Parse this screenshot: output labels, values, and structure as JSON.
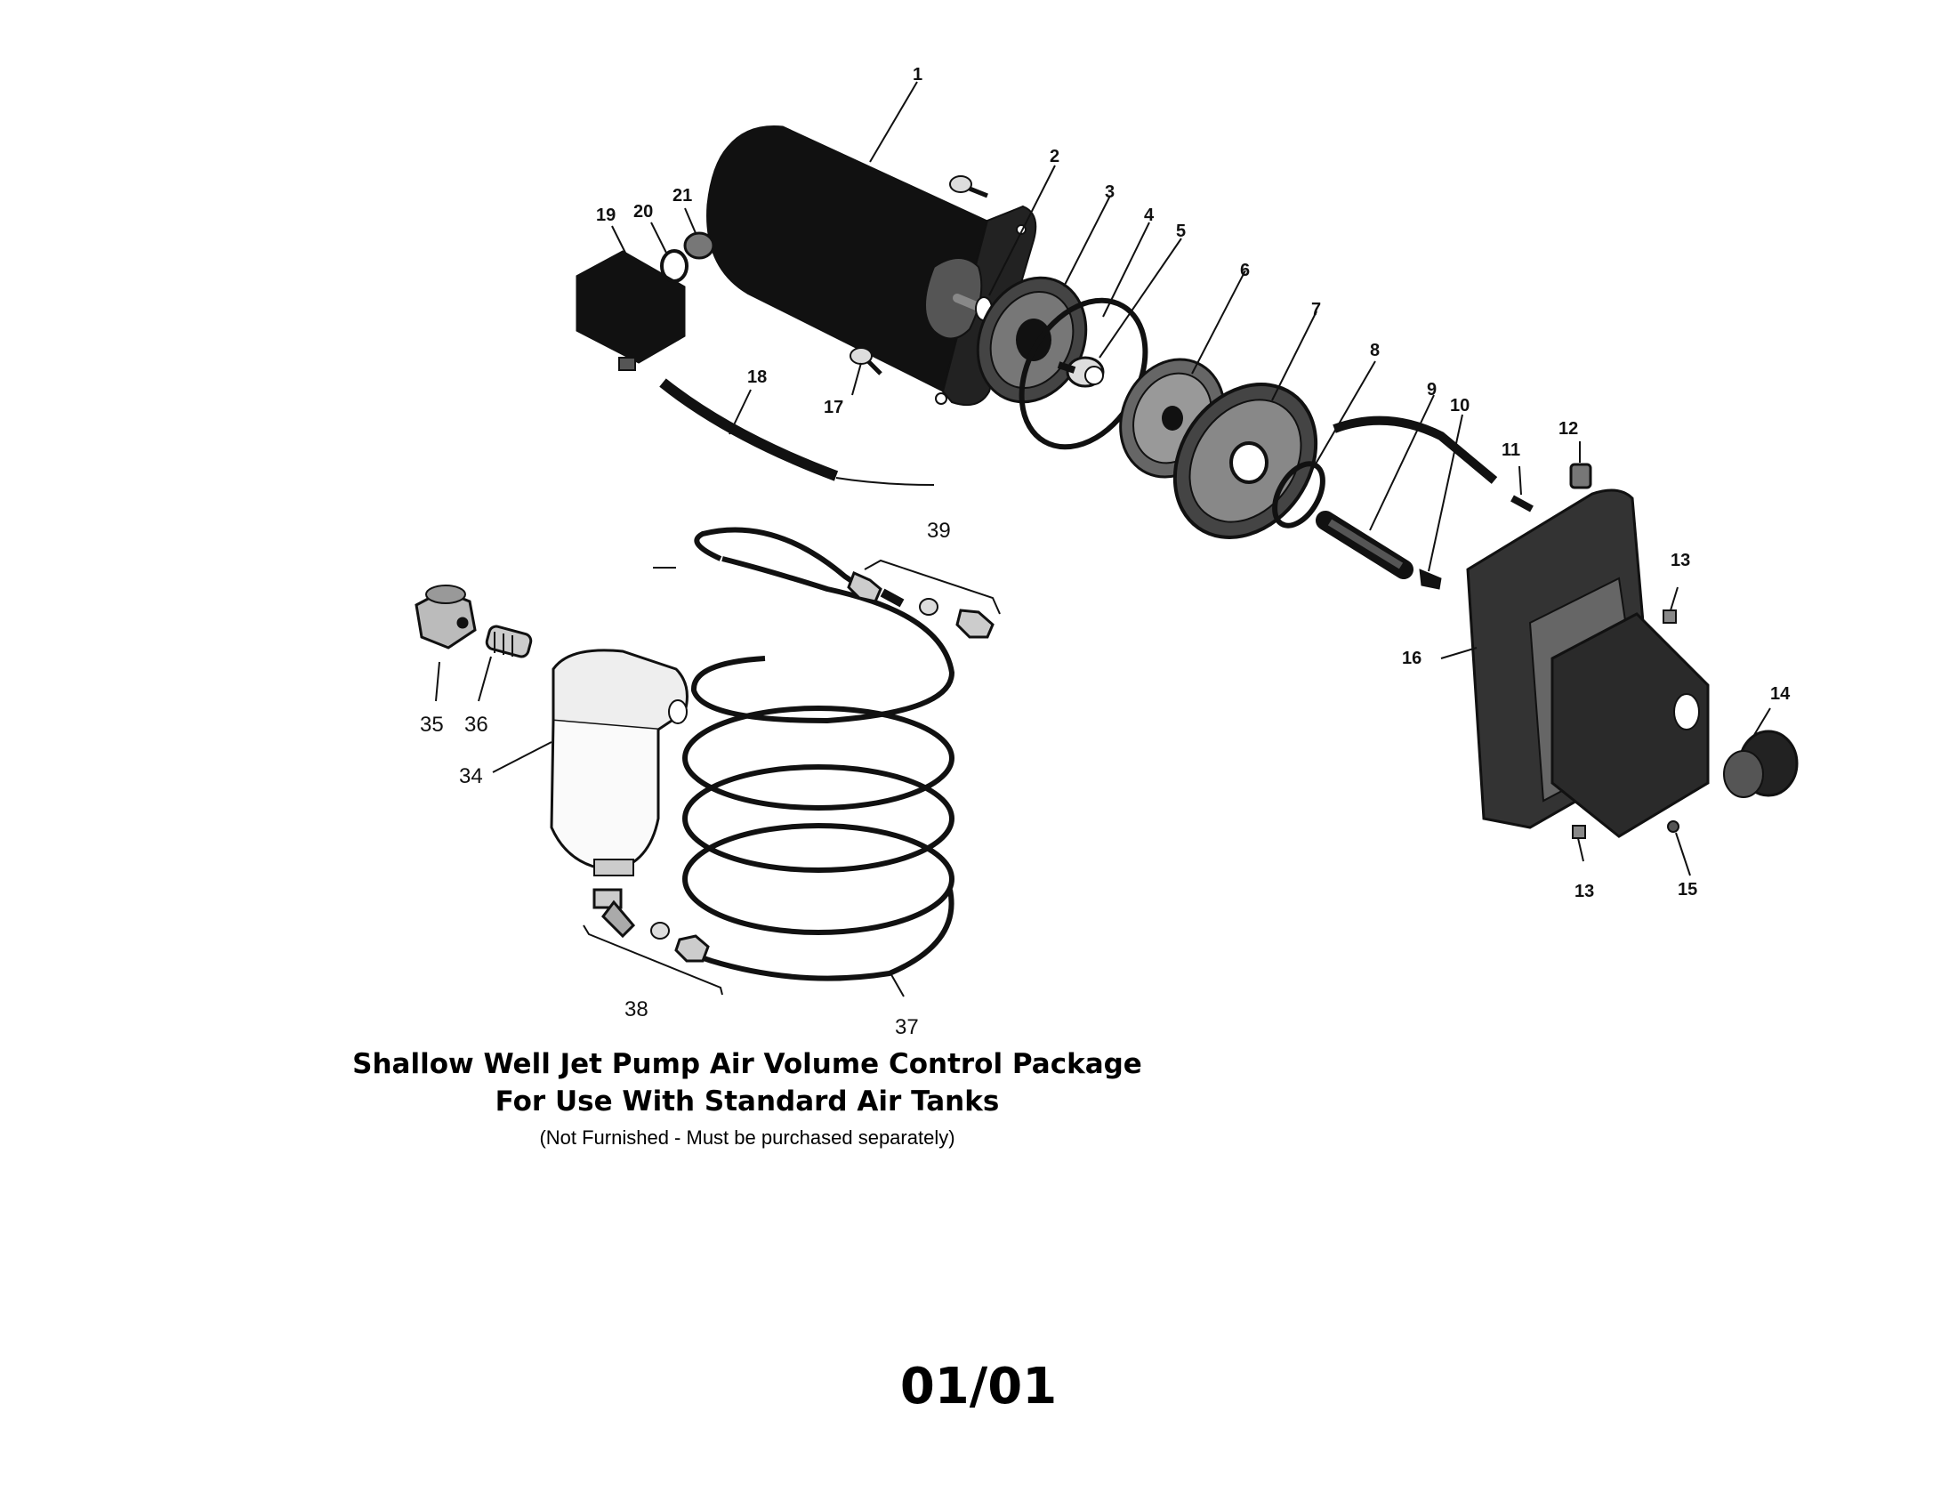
{
  "title": "Shallow Well Jet Pump Air Volume Control Package",
  "subtitle": "For Use With Standard Air Tanks",
  "note": "(Not Furnished - Must be purchased separately)",
  "page_date": "01/01",
  "callouts": {
    "c1": "1",
    "c2": "2",
    "c3": "3",
    "c4": "4",
    "c5": "5",
    "c6": "6",
    "c7": "7",
    "c8": "8",
    "c9": "9",
    "c10": "10",
    "c11": "11",
    "c12": "12",
    "c13a": "13",
    "c13b": "13",
    "c14": "14",
    "c15": "15",
    "c16": "16",
    "c17": "17",
    "c18": "18",
    "c19": "19",
    "c20": "20",
    "c21": "21",
    "c34": "34",
    "c35": "35",
    "c36": "36",
    "c37": "37",
    "c38": "38",
    "c39": "39"
  }
}
